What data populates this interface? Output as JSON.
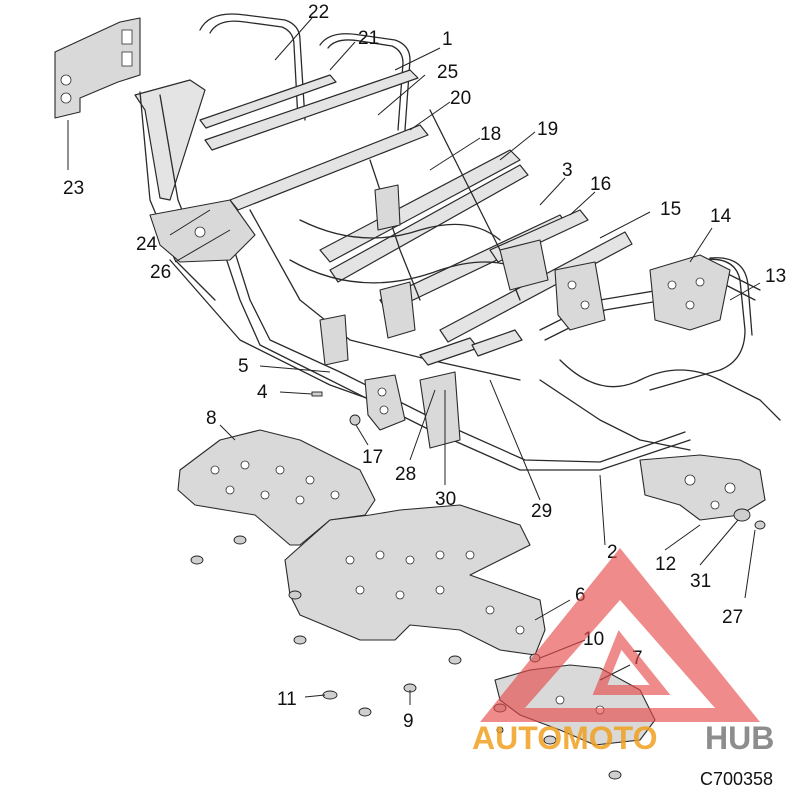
{
  "diagram": {
    "reference_code": "C700358",
    "callouts": [
      {
        "id": "c1",
        "label": "1"
      },
      {
        "id": "c2",
        "label": "2"
      },
      {
        "id": "c3",
        "label": "3"
      },
      {
        "id": "c4",
        "label": "4"
      },
      {
        "id": "c5",
        "label": "5"
      },
      {
        "id": "c6",
        "label": "6"
      },
      {
        "id": "c7",
        "label": "7"
      },
      {
        "id": "c8",
        "label": "8"
      },
      {
        "id": "c9",
        "label": "9"
      },
      {
        "id": "c10",
        "label": "10"
      },
      {
        "id": "c11",
        "label": "11"
      },
      {
        "id": "c12",
        "label": "12"
      },
      {
        "id": "c13",
        "label": "13"
      },
      {
        "id": "c14",
        "label": "14"
      },
      {
        "id": "c15",
        "label": "15"
      },
      {
        "id": "c16",
        "label": "16"
      },
      {
        "id": "c17",
        "label": "17"
      },
      {
        "id": "c18",
        "label": "18"
      },
      {
        "id": "c19",
        "label": "19"
      },
      {
        "id": "c20",
        "label": "20"
      },
      {
        "id": "c21",
        "label": "21"
      },
      {
        "id": "c22",
        "label": "22"
      },
      {
        "id": "c23",
        "label": "23"
      },
      {
        "id": "c24",
        "label": "24"
      },
      {
        "id": "c25",
        "label": "25"
      },
      {
        "id": "c26",
        "label": "26"
      },
      {
        "id": "c27",
        "label": "27"
      },
      {
        "id": "c28",
        "label": "28"
      },
      {
        "id": "c29",
        "label": "29"
      },
      {
        "id": "c30",
        "label": "30"
      },
      {
        "id": "c31",
        "label": "31"
      }
    ]
  },
  "watermark": {
    "text_part1": "AUTOMOTO",
    "text_part2": "HUB",
    "color_primary": "#f0a020",
    "color_secondary": "#7a7a7a",
    "logo_color": "#e64a4a"
  }
}
